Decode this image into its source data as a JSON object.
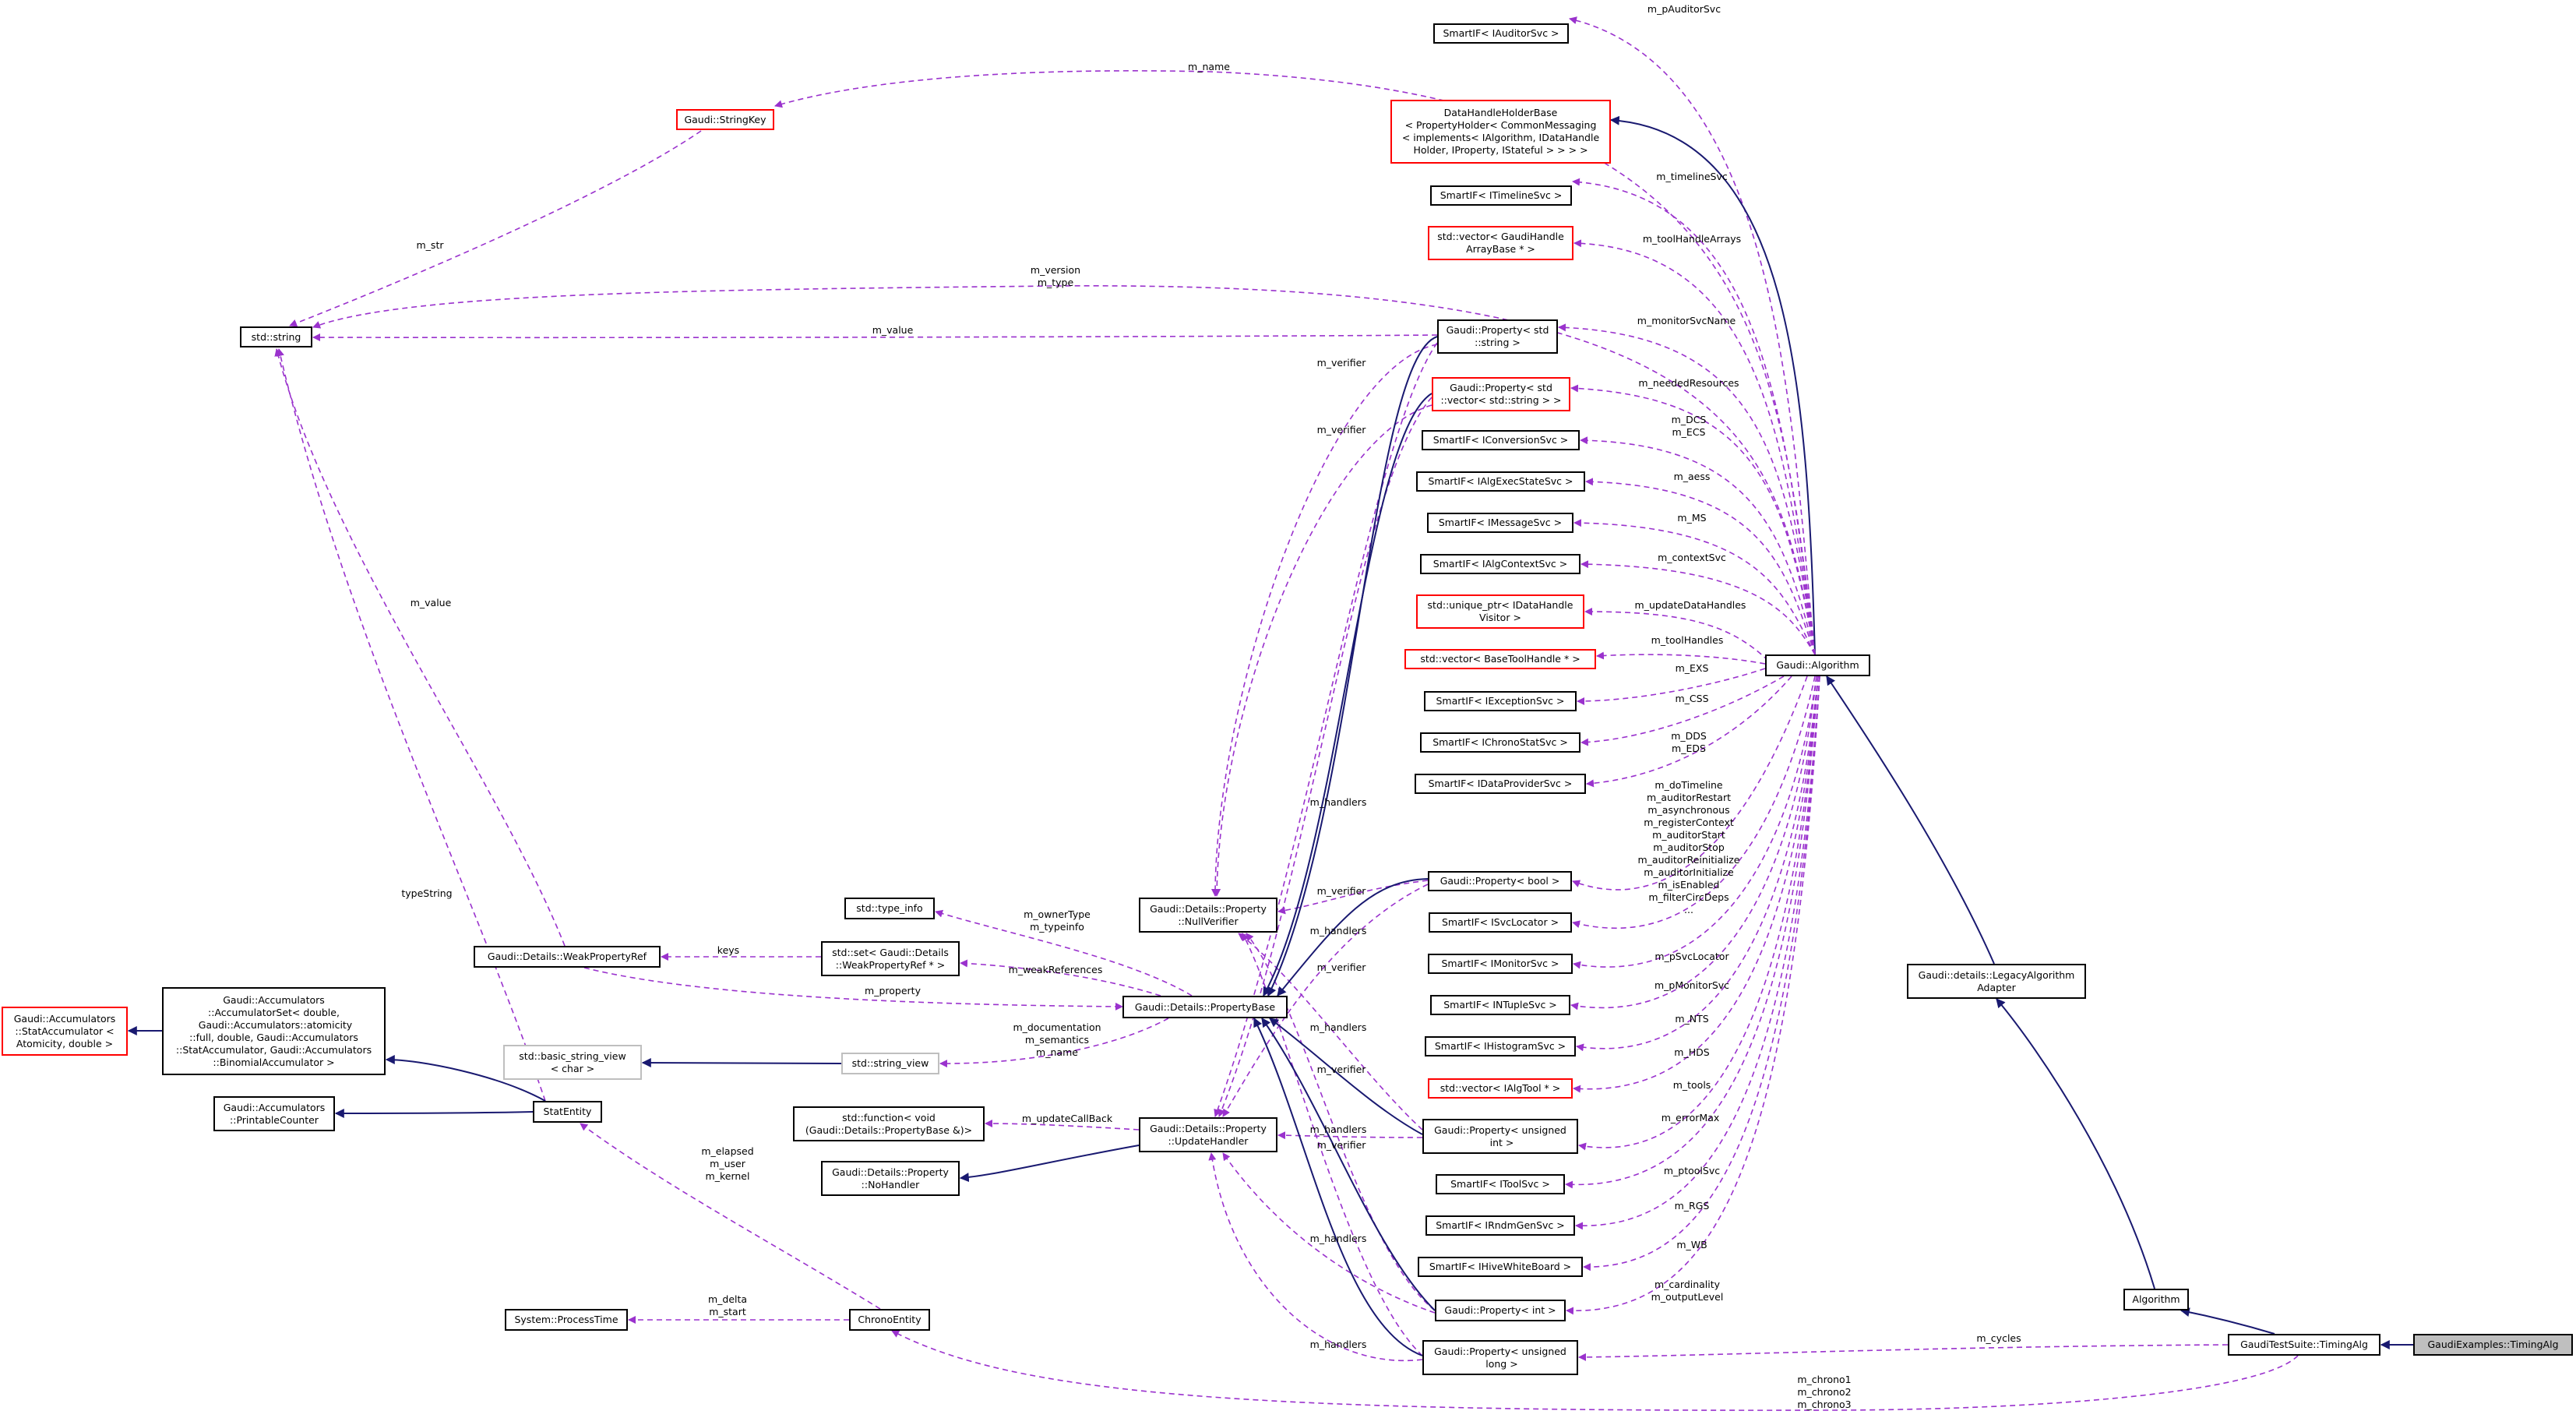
{
  "colors": {
    "usage_edge": "#9a32cd",
    "inheritance_edge": "#191970",
    "node_border": "#000000",
    "incomplete_border": "#ff0000",
    "external_border": "#bfbfbf",
    "focus_fill": "#bfbfbf"
  },
  "nodes": {
    "smartif_iauditorsvc": "SmartIF< IAuditorSvc >",
    "gaudi_stringkey": "Gaudi::StringKey",
    "datahandleholderbase": "DataHandleHolderBase\n< PropertyHolder< CommonMessaging\n< implements< IAlgorithm, IDataHandle\nHolder, IProperty, IStateful > > > >",
    "smartif_itimelinesvc": "SmartIF< ITimelineSvc >",
    "vector_gaudihandlearraybase": "std::vector< GaudiHandle\nArrayBase * >",
    "std_string": "std::string",
    "property_std_string": "Gaudi::Property< std\n::string >",
    "property_vector_string": "Gaudi::Property< std\n::vector< std::string > >",
    "smartif_iconversionsvc": "SmartIF< IConversionSvc >",
    "smartif_ialgexecstatesvc": "SmartIF< IAlgExecStateSvc >",
    "smartif_imessagesvc": "SmartIF< IMessageSvc >",
    "smartif_ialgcontextsvc": "SmartIF< IAlgContextSvc >",
    "unique_ptr_idatahandlevisitor": "std::unique_ptr< IDataHandle\nVisitor >",
    "vector_basetoolhandle": "std::vector< BaseToolHandle * >",
    "gaudi_algorithm": "Gaudi::Algorithm",
    "smartif_iexceptionsvc": "SmartIF< IExceptionSvc >",
    "smartif_ichronostatsvc": "SmartIF< IChronoStatSvc >",
    "smartif_idataprovidersvc": "SmartIF< IDataProviderSvc >",
    "property_bool": "Gaudi::Property< bool >",
    "std_type_info": "std::type_info",
    "nullverifier": "Gaudi::Details::Property\n::NullVerifier",
    "smartif_isvclocator": "SmartIF< ISvcLocator >",
    "weakpropertyref": "Gaudi::Details::WeakPropertyRef",
    "set_weakpropertyref": "std::set< Gaudi::Details\n::WeakPropertyRef * >",
    "smartif_imonitorsvc": "SmartIF< IMonitorSvc >",
    "legacyalgorithmadapter": "Gaudi::details::LegacyAlgorithm\nAdapter",
    "statacc": "Gaudi::Accumulators\n::StatAccumulator <\nAtomicity, double >",
    "accumulatorset": "Gaudi::Accumulators\n::AccumulatorSet< double,\n Gaudi::Accumulators::atomicity\n::full, double, Gaudi::Accumulators\n::StatAccumulator, Gaudi::Accumulators\n::BinomialAccumulator >",
    "propertybase": "Gaudi::Details::PropertyBase",
    "smartif_intuplesvc": "SmartIF< INTupleSvc >",
    "basic_string_view": "std::basic_string_view\n< char >",
    "std_string_view": "std::string_view",
    "smartif_ihistogramsvc": "SmartIF< IHistogramSvc >",
    "vector_ialgtool": "std::vector< IAlgTool * >",
    "printablecounter": "Gaudi::Accumulators\n::PrintableCounter",
    "statentity": "StatEntity",
    "std_function": "std::function< void\n(Gaudi::Details::PropertyBase &)>",
    "updatehandler": "Gaudi::Details::Property\n::UpdateHandler",
    "property_unsigned_int": "Gaudi::Property< unsigned\n int >",
    "nohandler": "Gaudi::Details::Property\n::NoHandler",
    "smartif_itoolsvc": "SmartIF< IToolSvc >",
    "smartif_irndmgensvc": "SmartIF< IRndmGenSvc >",
    "smartif_ihivewhiteboard": "SmartIF< IHiveWhiteBoard >",
    "algorithm": "Algorithm",
    "property_int": "Gaudi::Property< int >",
    "system_processtime": "System::ProcessTime",
    "chronoentity": "ChronoEntity",
    "property_unsigned_long": "Gaudi::Property< unsigned\n long >",
    "timingalg_testsuite": "GaudiTestSuite::TimingAlg",
    "timingalg_examples": "GaudiExamples::TimingAlg"
  },
  "edge_labels": {
    "m_pauditorsvc": "m_pAuditorSvc",
    "m_name": "m_name",
    "m_str": "m_str",
    "m_timelinesvc": "m_timelineSvc",
    "m_toolhandlearrays": "m_toolHandleArrays",
    "m_version_type": "m_version\nm_type",
    "m_value_top": "m_value",
    "m_monitorsvcname": "m_monitorSvcName",
    "m_verifier_1": "m_verifier",
    "m_neededresources": "m_neededResources",
    "m_verifier_2": "m_verifier",
    "m_dcs_ecs": "m_DCS\nm_ECS",
    "m_aess": "m_aess",
    "m_ms": "m_MS",
    "m_contextsvc": "m_contextSvc",
    "m_value_left": "m_value",
    "m_updatedatahandles": "m_updateDataHandles",
    "m_toolhandles": "m_toolHandles",
    "m_exs": "m_EXS",
    "m_css": "m_CSS",
    "m_dds_eds": "m_DDS\nm_EDS",
    "m_handlers_1": "m_handlers",
    "m_flags": "m_doTimeline\nm_auditorRestart\nm_asynchronous\nm_registerContext\nm_auditorStart\nm_auditorStop\nm_auditorReinitialize\nm_auditorInitialize\nm_isEnabled\nm_filterCircDeps\n...",
    "typestring": "typeString",
    "m_verifier_3": "m_verifier",
    "m_ownertype_typeinfo": "m_ownerType\nm_typeinfo",
    "keys": "keys",
    "m_handlers_2": "m_handlers",
    "m_psvclocator": "m_pSvcLocator",
    "m_weakreferences": "m_weakReferences",
    "m_verifier_4": "m_verifier",
    "m_property": "m_property",
    "m_pmonitorsvc": "m_pMonitorSvc",
    "m_nts": "m_NTS",
    "m_handlers_3": "m_handlers",
    "m_documentation": "m_documentation\nm_semantics\nm_name",
    "m_hds": "m_HDS",
    "m_verifier_5": "m_verifier",
    "m_tools": "m_tools",
    "m_updatecallback": "m_updateCallBack",
    "m_handlers_4": "m_handlers",
    "m_verifier_6": "m_verifier",
    "m_errormax": "m_errorMax",
    "m_elapsed": "m_elapsed\nm_user\nm_kernel",
    "m_ptoolsvc": "m_ptoolSvc",
    "m_rgs": "m_RGS",
    "m_handlers_5": "m_handlers",
    "m_wb": "m_WB",
    "m_cardinality": "m_cardinality\nm_outputLevel",
    "m_delta_start": "m_delta\nm_start",
    "m_cycles": "m_cycles",
    "m_handlers_6": "m_handlers",
    "m_chrono": "m_chrono1\nm_chrono2\nm_chrono3"
  }
}
